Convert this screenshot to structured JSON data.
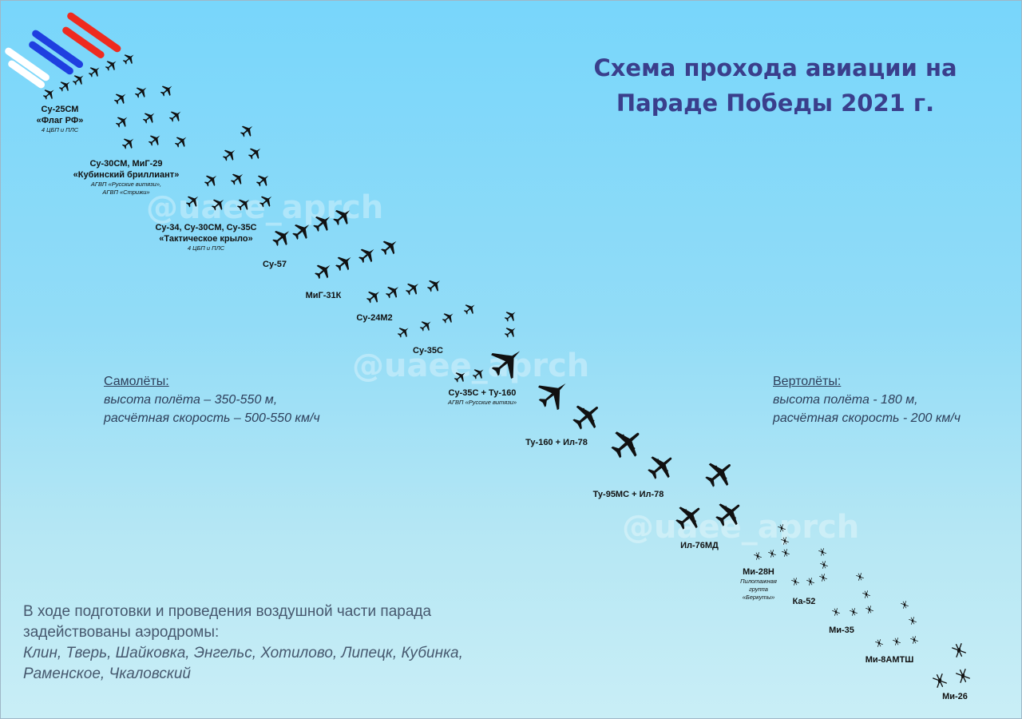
{
  "title": {
    "line1": "Схема прохода авиации на",
    "line2": "Параде Победы 2021 г."
  },
  "watermark": "@uaee_aprch",
  "colors": {
    "flag_white": "#ffffff",
    "flag_blue": "#1f3fe0",
    "flag_red": "#ef2b1f",
    "title": "#3a3f8c",
    "aircraft": "#111111"
  },
  "planes_info": {
    "heading": "Самолёты:",
    "altitude": "высота полёта – 350-550 м,",
    "speed": "расчётная скорость – 500-550 км/ч"
  },
  "heli_info": {
    "heading": "Вертолёты:",
    "altitude": "высота полёта - 180 м,",
    "speed": "расчётная скорость - 200 км/ч"
  },
  "airfields": {
    "intro1": "В ходе подготовки и проведения воздушной части парада",
    "intro2": "задействованы аэродромы:",
    "list1": "Клин, Тверь, Шайковка, Энгельс, Хотилово, Липецк, Кубинка,",
    "list2": "Раменское, Чкаловский"
  },
  "groups": [
    {
      "name": "Су-25СМ",
      "name2": "«Флаг РФ»",
      "sub": "4 ЦБП и ПЛС"
    },
    {
      "name": "Су-30СМ, МиГ-29",
      "name2": "«Кубинский бриллиант»",
      "sub": "АГВП «Русские витязи»,",
      "sub2": "АГВП «Стрижи»"
    },
    {
      "name": "Су-34, Су-30СМ, Су-35С",
      "name2": "«Тактическое крыло»",
      "sub": "4 ЦБП и ПЛС"
    },
    {
      "name": "Су-57"
    },
    {
      "name": "МиГ-31К"
    },
    {
      "name": "Су-24М2"
    },
    {
      "name": "Су-35С"
    },
    {
      "name": "Су-35С + Ту-160",
      "sub": "АГВП «Русские витязи»"
    },
    {
      "name": "Ту-160 + Ил-78"
    },
    {
      "name": "Ту-95МС + Ил-78"
    },
    {
      "name": "Ил-76МД"
    },
    {
      "name": "Ми-28Н",
      "sub": "Пилотажная",
      "sub2": "группа",
      "sub3": "«Беркуты»"
    },
    {
      "name": "Ка-52"
    },
    {
      "name": "Ми-35"
    },
    {
      "name": "Ми-8АМТШ"
    },
    {
      "name": "Ми-26"
    }
  ],
  "icons": [
    "fighter-jet-icon",
    "bomber-icon",
    "transport-plane-icon",
    "helicopter-icon"
  ]
}
